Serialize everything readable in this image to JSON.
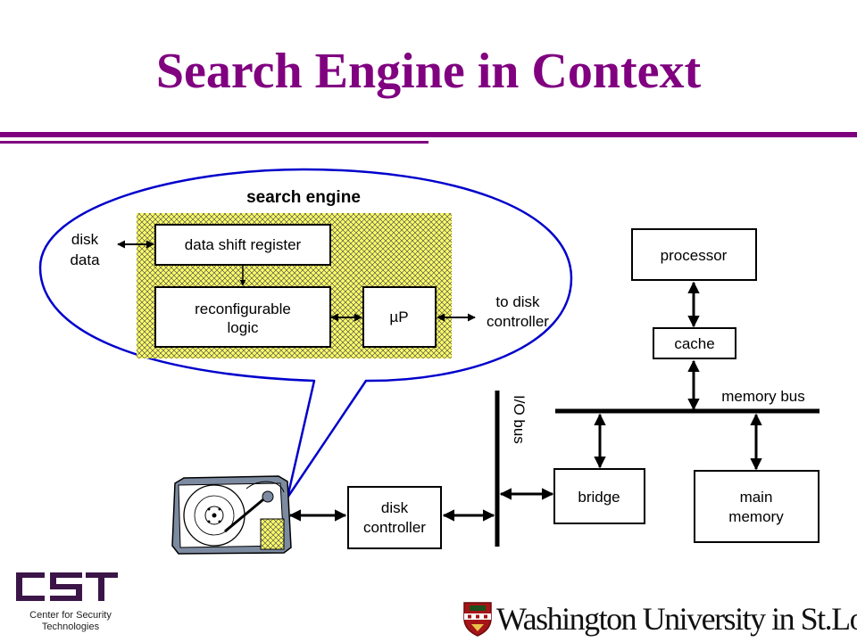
{
  "title": "Search Engine in Context",
  "search_engine": {
    "label": "search engine",
    "data_shift_register": "data shift register",
    "reconfigurable_logic": [
      "reconfigurable",
      "logic"
    ],
    "microprocessor": "µP",
    "disk_data": [
      "disk",
      "data"
    ],
    "to_disk_controller": [
      "to disk",
      "controller"
    ]
  },
  "system": {
    "processor": "processor",
    "cache": "cache",
    "memory_bus": "memory bus",
    "io_bus": "I/O bus",
    "bridge": "bridge",
    "main_memory": [
      "main",
      "memory"
    ],
    "disk_controller": [
      "disk",
      "controller"
    ]
  },
  "colors": {
    "accent": "#800080",
    "crosshatch_fill": "#ffff66",
    "ellipse_stroke": "#0000cc",
    "disk_slate": "#7d8ba1"
  },
  "logos": {
    "cst": {
      "mark": "CST",
      "name": [
        "Center for Security",
        "Technologies"
      ]
    },
    "washington_university": {
      "name": "Washington University in St.Louis"
    }
  }
}
